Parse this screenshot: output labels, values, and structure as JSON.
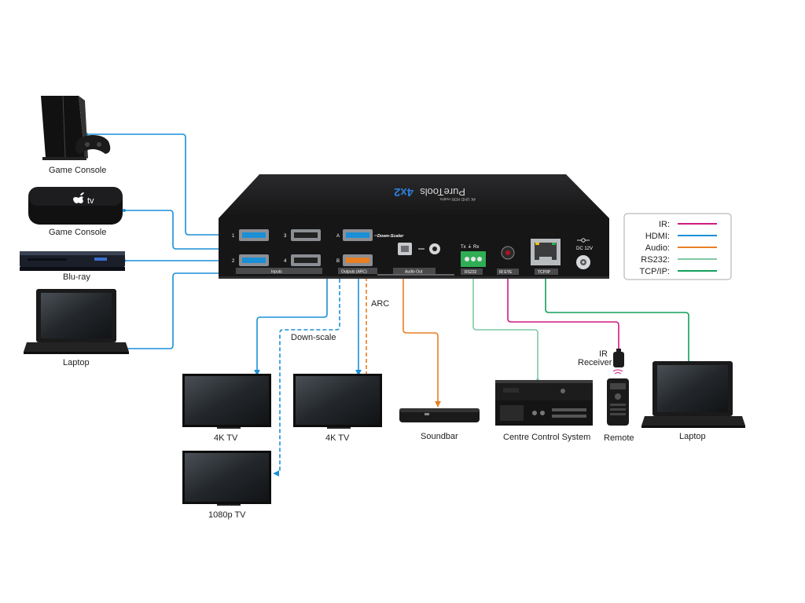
{
  "device": {
    "brand": "PureTools",
    "model": "4x2",
    "tagline": "4K UHD HDR matrix",
    "labels": {
      "inputs": "Inputs",
      "outputs": "Outputs (ARC)",
      "downscaler": "Down-Scaler",
      "audio_out": "Audio Out",
      "rs232": "RS232",
      "ir_eye": "IR EYE",
      "tcpip": "TCP/IP",
      "dc": "DC 12V",
      "rs232_pins": "Tx ⏚ Rx",
      "port1": "1",
      "port2": "2",
      "port3": "3",
      "port4": "4",
      "portA": "A",
      "portB": "B"
    }
  },
  "sources": [
    {
      "label": "Game Console",
      "icon": "game-console-icon"
    },
    {
      "label": "Game Console",
      "icon": "media-box-icon"
    },
    {
      "label": "Blu-ray",
      "icon": "bluray-player-icon"
    },
    {
      "label": "Laptop",
      "icon": "laptop-icon"
    }
  ],
  "sinks": [
    {
      "label": "4K TV",
      "icon": "tv-icon"
    },
    {
      "label": "4K TV",
      "icon": "tv-icon"
    },
    {
      "label": "1080p TV",
      "icon": "tv-icon"
    },
    {
      "label": "Soundbar",
      "icon": "soundbar-icon"
    },
    {
      "label": "Centre Control System",
      "icon": "control-system-icon"
    },
    {
      "label": "Remote",
      "icon": "remote-icon"
    },
    {
      "label": "Laptop",
      "icon": "laptop-icon"
    }
  ],
  "annotations": {
    "downscale": "Down-scale",
    "arc": "ARC",
    "ir_receiver": "IR Receiver"
  },
  "legend": [
    {
      "label": "IR:",
      "color": "#d0197f"
    },
    {
      "label": "HDMI:",
      "color": "#1a8fd6"
    },
    {
      "label": "Audio:",
      "color": "#e87f23"
    },
    {
      "label": "RS232:",
      "color": "#7fc9a4"
    },
    {
      "label": "TCP/IP:",
      "color": "#139f5b"
    }
  ]
}
